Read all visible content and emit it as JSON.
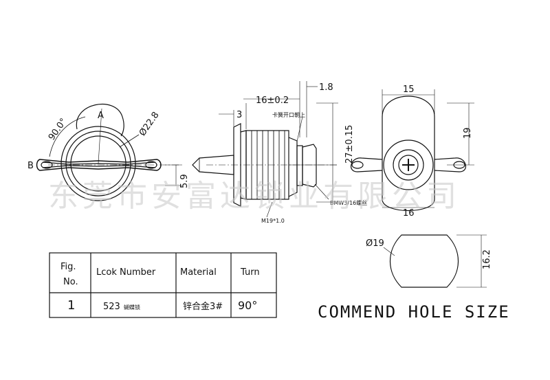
{
  "watermark": "东莞市安富达锁业有限公司",
  "dimensions": {
    "angle": "90.0°",
    "label_a": "A",
    "label_b": "B",
    "dia_22_8": "Ø22.8",
    "h_5_9": "5.9",
    "d_3": "3",
    "d_16_tol": "16±0.2",
    "d_1_8": "1.8",
    "note_clip": "卡簧开口朝上",
    "d_27_tol": "27±0.15",
    "thread_bmw": "BMW3/16螺丝",
    "thread_m19": "M19*1.0",
    "w_15": "15",
    "h_19": "19",
    "w_16": "16",
    "hole_dia": "Ø19",
    "hole_h": "16.2"
  },
  "table": {
    "headers": [
      "Fig.",
      "No.",
      "Lcok Number",
      "Material",
      "Turn"
    ],
    "row": {
      "fig": "1",
      "number": "523",
      "number_note": "蝴蝶锁",
      "material": "锌合金3#",
      "turn": "90°"
    }
  },
  "caption": "COMMEND HOLE SIZE"
}
